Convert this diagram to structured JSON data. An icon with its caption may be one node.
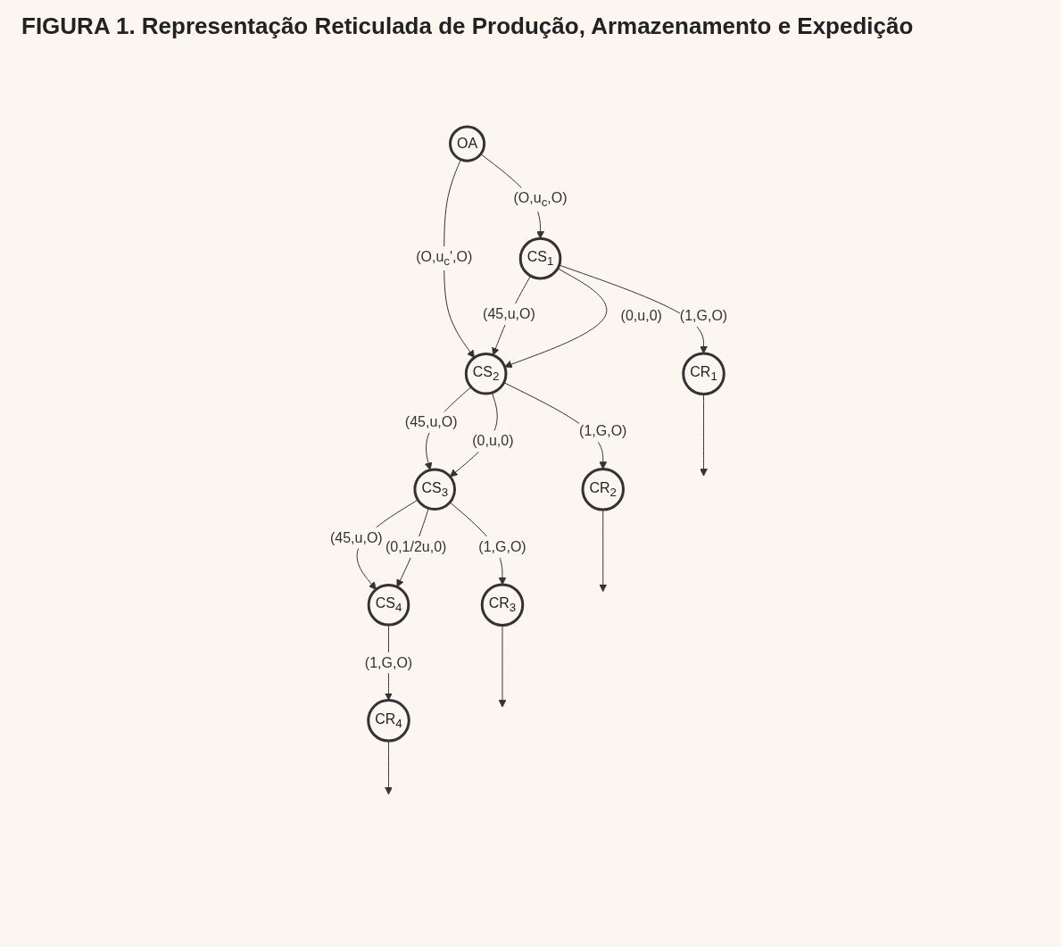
{
  "diagram": {
    "title": "FIGURA 1. Representação Reticulada de Produção, Armazenamento e Expedição",
    "nodes": [
      {
        "text": [
          "OA"
        ]
      },
      {
        "text": [
          "CS$_{1}$"
        ]
      },
      {
        "text": [
          "CS$_{2}$"
        ]
      },
      {
        "text": [
          "CS$_{3}$"
        ]
      },
      {
        "text": [
          "CS$_{4}$"
        ]
      },
      {
        "text": [
          "CR$_{1}$"
        ]
      },
      {
        "text": [
          "CR$_{2}$"
        ]
      },
      {
        "text": [
          "CR$_{3}$"
        ]
      },
      {
        "text": [
          "CR$_{4}$"
        ]
      }
    ],
    "edges": [
      {
        "from": 0,
        "to": 1,
        "arrow": "to",
        "label": "(O,u$_{c}$,O)"
      },
      {
        "from": 0,
        "to": 2,
        "arrow": "to",
        "label": "(O,u$_{c}$',O)"
      },
      {
        "from": 1,
        "to": 2,
        "arrow": "to",
        "label": "(45,u,O)"
      },
      {
        "from": 1,
        "to": 2,
        "arrow": "to",
        "label": "(0,u,0)"
      },
      {
        "from": 1,
        "to": 5,
        "arrow": "to",
        "label": "(1,G,O)"
      },
      {
        "from": 2,
        "to": 3,
        "arrow": "to",
        "label": "(45,u,O)"
      },
      {
        "from": 2,
        "to": 3,
        "arrow": "to",
        "label": "(0,u,0)"
      },
      {
        "from": 2,
        "to": 6,
        "arrow": "to",
        "label": "(1,G,O)"
      },
      {
        "from": 3,
        "to": 4,
        "arrow": "to",
        "label": "(45,u,O)"
      },
      {
        "from": 3,
        "to": 4,
        "arrow": "to",
        "label": "(0,1/2u,0)"
      },
      {
        "from": 3,
        "to": 7,
        "arrow": "to",
        "label": "(1,G,O)"
      },
      {
        "from": 4,
        "to": 8,
        "arrow": "to",
        "label": "(1,G,O)"
      },
      {
        "from": 5,
        "to": null,
        "arrow": "to"
      },
      {
        "from": 6,
        "to": null,
        "arrow": "to"
      },
      {
        "from": 7,
        "to": null,
        "arrow": "to"
      },
      {
        "from": 8,
        "to": null,
        "arrow": "to"
      }
    ]
  }
}
